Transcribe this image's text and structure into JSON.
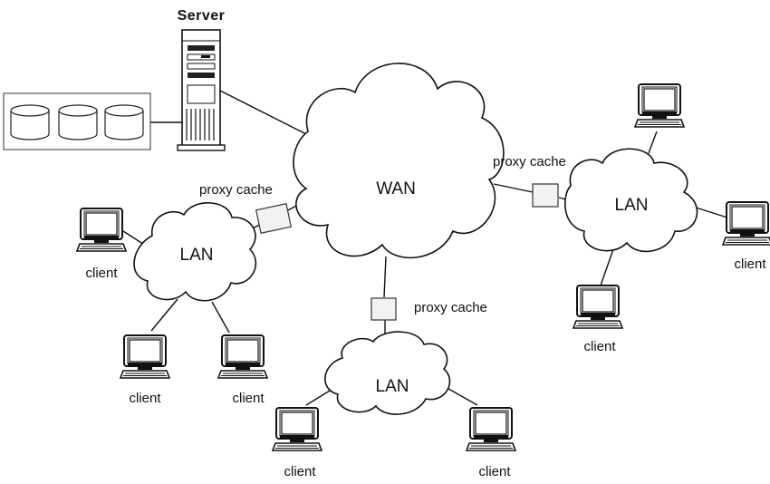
{
  "server": {
    "label": "Server"
  },
  "wan": {
    "label": "WAN"
  },
  "lans": {
    "left": {
      "label": "LAN"
    },
    "bottom": {
      "label": "LAN"
    },
    "right": {
      "label": "LAN"
    }
  },
  "proxies": {
    "left": {
      "label": "proxy cache"
    },
    "right": {
      "label": "proxy cache"
    },
    "bottom": {
      "label": "proxy cache"
    }
  },
  "clients": {
    "left_lan": [
      {
        "label": "client"
      },
      {
        "label": "client"
      },
      {
        "label": "client"
      }
    ],
    "bottom_lan": [
      {
        "label": "client"
      },
      {
        "label": "client"
      }
    ],
    "right_lan": [
      {
        "label": ""
      },
      {
        "label": "client"
      },
      {
        "label": "client"
      }
    ]
  }
}
